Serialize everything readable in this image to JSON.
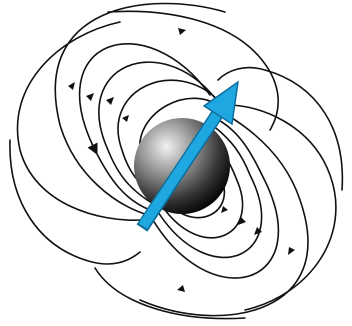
{
  "figure": {
    "subject": "magnetic dipole",
    "elements": {
      "field_lines": "magnetic-field-lines",
      "sphere": "magnetized-sphere",
      "moment_arrow": "magnetic-moment-arrow"
    }
  },
  "colors": {
    "background": "#ffffff",
    "field_line": "#111111",
    "sphere_light": "#f2f2f2",
    "sphere_mid": "#8a8a8a",
    "sphere_dark": "#050505",
    "arrow": "#1fa7e2",
    "arrow_outline": "#0d6f99"
  }
}
